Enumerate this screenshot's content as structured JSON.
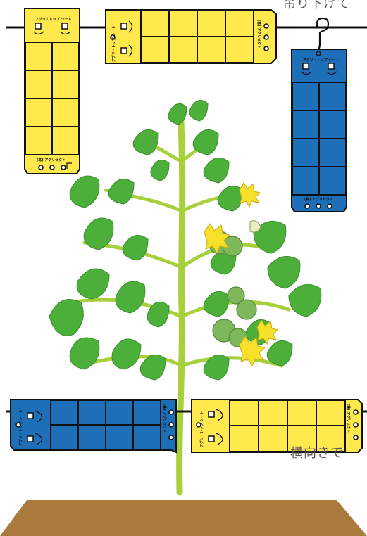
{
  "captions": {
    "hanging": "吊り下げて",
    "horizontal": "横向きで"
  },
  "trap_label": {
    "product": "アグリ・トップ シート",
    "maker": "(株) アグリセクト"
  },
  "trap_colors": {
    "yellow": "#ffe94d",
    "blue": "#1d6fb8",
    "outline": "#111111"
  },
  "plant_colors": {
    "leaf": "#4caf3a",
    "leaf_dark": "#3a8f2c",
    "stem": "#a8cf3c",
    "flower": "#f6e02a",
    "fruit": "#7fb85a"
  },
  "soil_color": "#a97a3c",
  "icons": [
    "wire",
    "hook",
    "sticky-trap",
    "tomato-plant",
    "soil-bed"
  ]
}
